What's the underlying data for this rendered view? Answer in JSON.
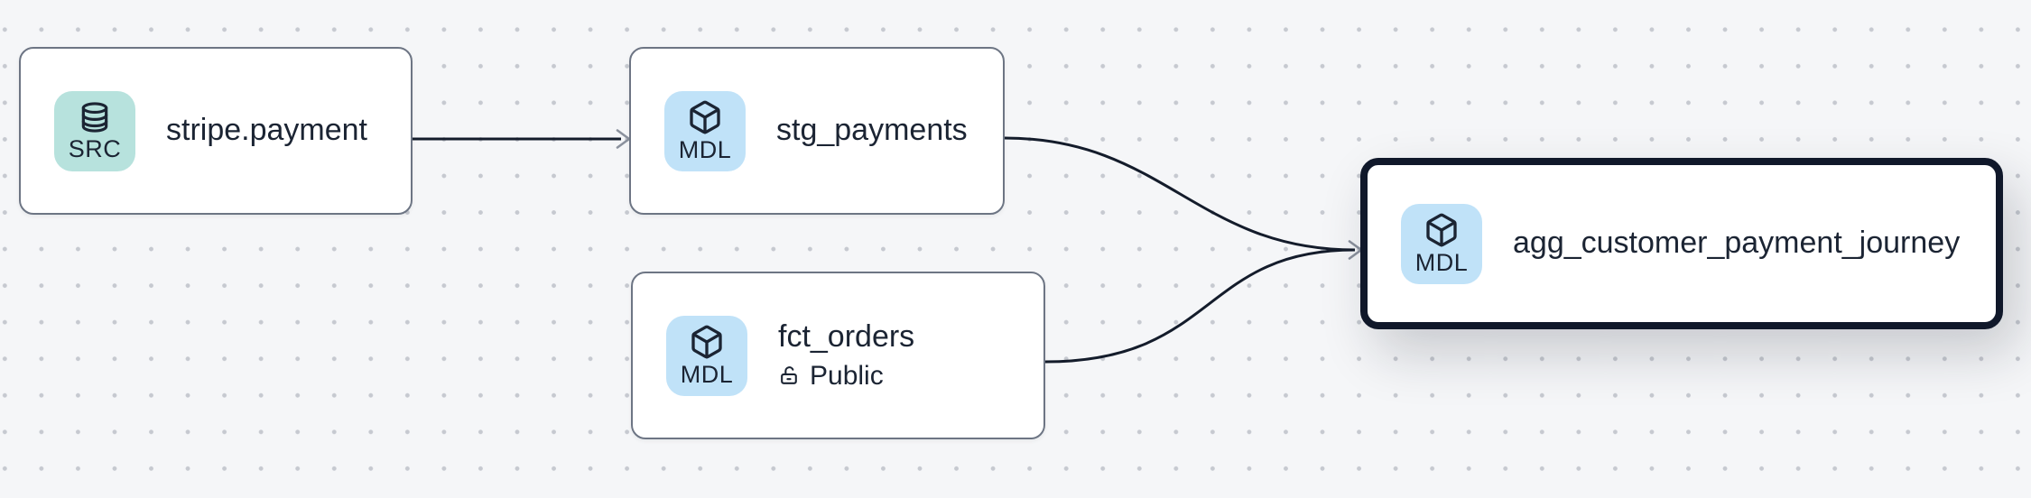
{
  "canvas": {
    "background_color": "#f5f6f8",
    "dot_grid_color": "#c6c9d0",
    "edge_color": "#141c2b",
    "arrowhead_color": "#8b919d",
    "node_border_color": "#6d7584",
    "selected_node_border_color": "#10182a",
    "text_color": "#1b2433",
    "src_badge_color": "#b7e2dd",
    "mdl_badge_color": "#c0e2f8"
  },
  "nodes": [
    {
      "label": "stripe.payment",
      "badge": "SRC",
      "badge_icon": "database-icon",
      "badge_bg": "#b7e2dd",
      "selected": false
    },
    {
      "label": "stg_payments",
      "badge": "MDL",
      "badge_icon": "cube-icon",
      "badge_bg": "#c0e2f8",
      "selected": false
    },
    {
      "label": "fct_orders",
      "badge": "MDL",
      "badge_icon": "cube-icon",
      "badge_bg": "#c0e2f8",
      "access": "Public",
      "access_icon": "unlock-icon",
      "selected": false
    },
    {
      "label": "agg_customer_payment_journey",
      "badge": "MDL",
      "badge_icon": "cube-icon",
      "badge_bg": "#c0e2f8",
      "selected": true
    }
  ],
  "edges": [
    {
      "from": "stripe.payment",
      "to": "stg_payments"
    },
    {
      "from": "stg_payments",
      "to": "agg_customer_payment_journey"
    },
    {
      "from": "fct_orders",
      "to": "agg_customer_payment_journey"
    }
  ]
}
